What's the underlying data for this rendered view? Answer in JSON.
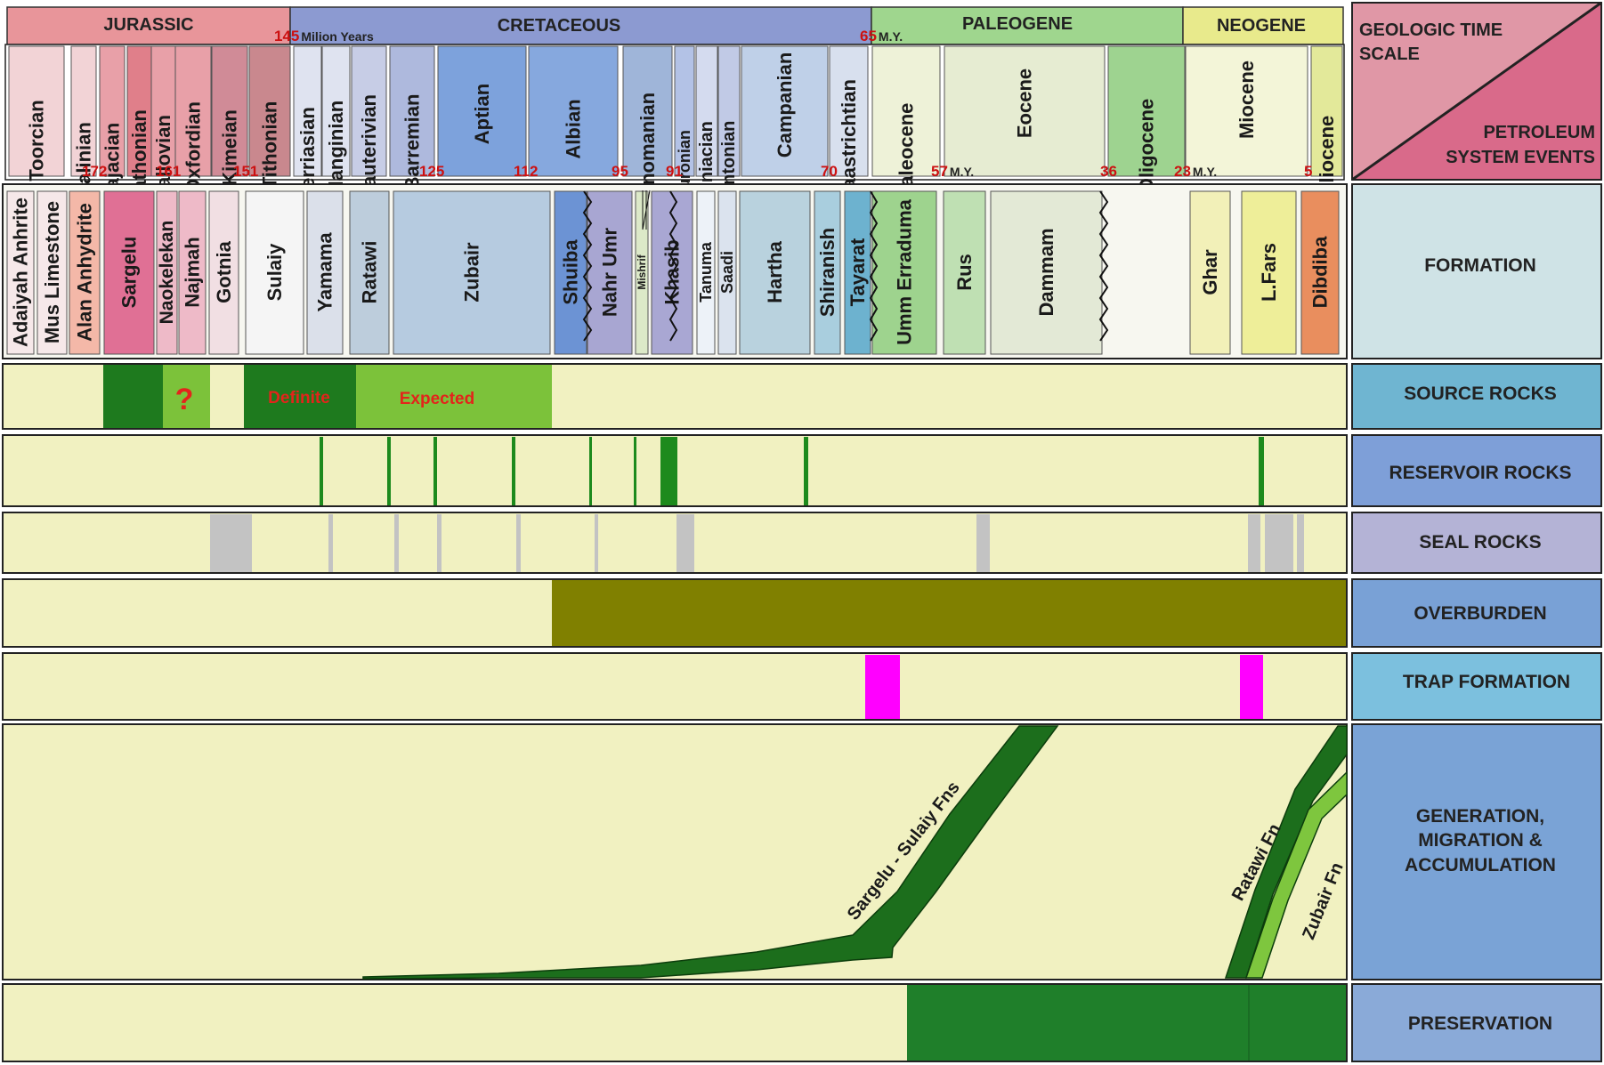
{
  "periods": [
    {
      "name": "JURASSIC",
      "color": "#e8959a"
    },
    {
      "name": "CRETACEOUS",
      "color": "#8c9ad1"
    },
    {
      "name": "PALEOGENE",
      "color": "#9fd68e"
    },
    {
      "name": "NEOGENE",
      "color": "#e8ea8c"
    }
  ],
  "ages": [
    {
      "name": "Toorcian",
      "color": "#f2d3d6"
    },
    {
      "name": "Aalinian",
      "color": "#f2d3d6"
    },
    {
      "name": "Bajacian",
      "color": "#e8a0a8"
    },
    {
      "name": "Bathonian",
      "color": "#e07f8a"
    },
    {
      "name": "Callovian",
      "color": "#e8a0a8"
    },
    {
      "name": "Oxfordian",
      "color": "#e8a0a8"
    },
    {
      "name": "Kimeian",
      "color": "#d08b97"
    },
    {
      "name": "Tithonian",
      "color": "#c9888e"
    },
    {
      "name": "Berriasian",
      "color": "#dfe3f0"
    },
    {
      "name": "Valanginian",
      "color": "#dfe3f0"
    },
    {
      "name": "Hauterivian",
      "color": "#c7cde6"
    },
    {
      "name": "Barremian",
      "color": "#aeb9dd"
    },
    {
      "name": "Aptian",
      "color": "#7da2dc"
    },
    {
      "name": "Albian",
      "color": "#86a8de"
    },
    {
      "name": "Cenomanian",
      "color": "#9fb5d9"
    },
    {
      "name": "Turonian",
      "color": "#b3c2e6"
    },
    {
      "name": "Coniacian",
      "color": "#d4dbef"
    },
    {
      "name": "Santonian",
      "color": "#c1cae6"
    },
    {
      "name": "Campanian",
      "color": "#bfd0e8"
    },
    {
      "name": "Maastrichtian",
      "color": "#d8e0ee"
    },
    {
      "name": "Paleocene",
      "color": "#eef2d8"
    },
    {
      "name": "Eocene",
      "color": "#e6ecd2"
    },
    {
      "name": "Oligocene",
      "color": "#9ed390"
    },
    {
      "name": "Miocene",
      "color": "#f3f5d8"
    },
    {
      "name": "Pliocene",
      "color": "#e3e99a"
    }
  ],
  "ticks": [
    {
      "text": "172",
      "unit": ""
    },
    {
      "text": "161",
      "unit": ""
    },
    {
      "text": "151",
      "unit": ""
    },
    {
      "text": "145",
      "unit": "Milion Years"
    },
    {
      "text": "125",
      "unit": ""
    },
    {
      "text": "112",
      "unit": ""
    },
    {
      "text": "95",
      "unit": ""
    },
    {
      "text": "91",
      "unit": ""
    },
    {
      "text": "70",
      "unit": ""
    },
    {
      "text": "65",
      "unit": "M.Y."
    },
    {
      "text": "57",
      "unit": "M.Y."
    },
    {
      "text": "36",
      "unit": ""
    },
    {
      "text": "23",
      "unit": "M.Y."
    },
    {
      "text": "5",
      "unit": ""
    }
  ],
  "formations": [
    {
      "name": "Adaiyah Anhrite",
      "color": "#f6e8e9"
    },
    {
      "name": "Mus Limestone",
      "color": "#f6e8e9"
    },
    {
      "name": "Alan Anhydrite",
      "color": "#f4b8a8"
    },
    {
      "name": "Sargelu",
      "color": "#e07095"
    },
    {
      "name": "Naokelekan",
      "color": "#eebac8"
    },
    {
      "name": "Najmah",
      "color": "#eebac8"
    },
    {
      "name": "Gotnia",
      "color": "#f1dfe3"
    },
    {
      "name": "Sulaiy",
      "color": "#f5f5f5"
    },
    {
      "name": "Yamama",
      "color": "#dbe0ea"
    },
    {
      "name": "Ratawi",
      "color": "#bdcddc"
    },
    {
      "name": "Zubair",
      "color": "#b6cbe0"
    },
    {
      "name": "Shuiba",
      "color": "#6c93d4"
    },
    {
      "name": "Nahr Umr",
      "color": "#a8a6d2"
    },
    {
      "name": "Mishrif",
      "color": "#dce9c8"
    },
    {
      "name": "Khasib",
      "color": "#a9a7d3"
    },
    {
      "name": "Tanuma",
      "color": "#edf2f8"
    },
    {
      "name": "Saadi",
      "color": "#dbe3ee"
    },
    {
      "name": "Hartha",
      "color": "#b9d2de"
    },
    {
      "name": "Shiranish",
      "color": "#a9cede"
    },
    {
      "name": "Tayarat",
      "color": "#6db2cf"
    },
    {
      "name": "Umm Erraduma",
      "color": "#9ed38e"
    },
    {
      "name": "Rus",
      "color": "#bfe0b3"
    },
    {
      "name": "Dammam",
      "color": "#e3e9d6"
    },
    {
      "name": "Ghar",
      "color": "#f2f0b8"
    },
    {
      "name": "L.Fars",
      "color": "#eeee99"
    },
    {
      "name": "Dibdiba",
      "color": "#e98e5e"
    }
  ],
  "source_rocks": {
    "question": "?",
    "definite": "Definite",
    "expected": "Expected"
  },
  "generation_labels": {
    "sargelu_sulaiy": "Sargelu - Sulaiy Fns",
    "ratawi": "Ratawi Fn",
    "zubair": "Zubair Fn"
  },
  "right_panel": {
    "title_top": "GEOLOGIC TIME",
    "title_bottom": "SCALE",
    "events_top": "PETROLEUM",
    "events_bottom": "SYSTEM EVENTS",
    "formation": "FORMATION",
    "source_rocks": "SOURCE ROCKS",
    "reservoir_rocks": "RESERVOIR ROCKS",
    "seal_rocks": "SEAL ROCKS",
    "overburden": "OVERBURDEN",
    "trap_formation": "TRAP FORMATION",
    "generation_1": "GENERATION,",
    "generation_2": "MIGRATION &",
    "generation_3": "ACCUMULATION",
    "preservation": "PRESERVATION"
  },
  "colors": {
    "row_background": "#f1f1c1",
    "source_dark": "#1e7a1e",
    "source_light": "#7cc23a",
    "reservoir": "#1d8a1d",
    "seal": "#c3c3c3",
    "overburden": "#808000",
    "trap": "#ff00ff",
    "migration_dark": "#1c6e1c",
    "migration_light": "#7ec63e",
    "preservation": "#1f7f2a",
    "tick_text": "#cc1111",
    "label_red": "#e3241b"
  }
}
